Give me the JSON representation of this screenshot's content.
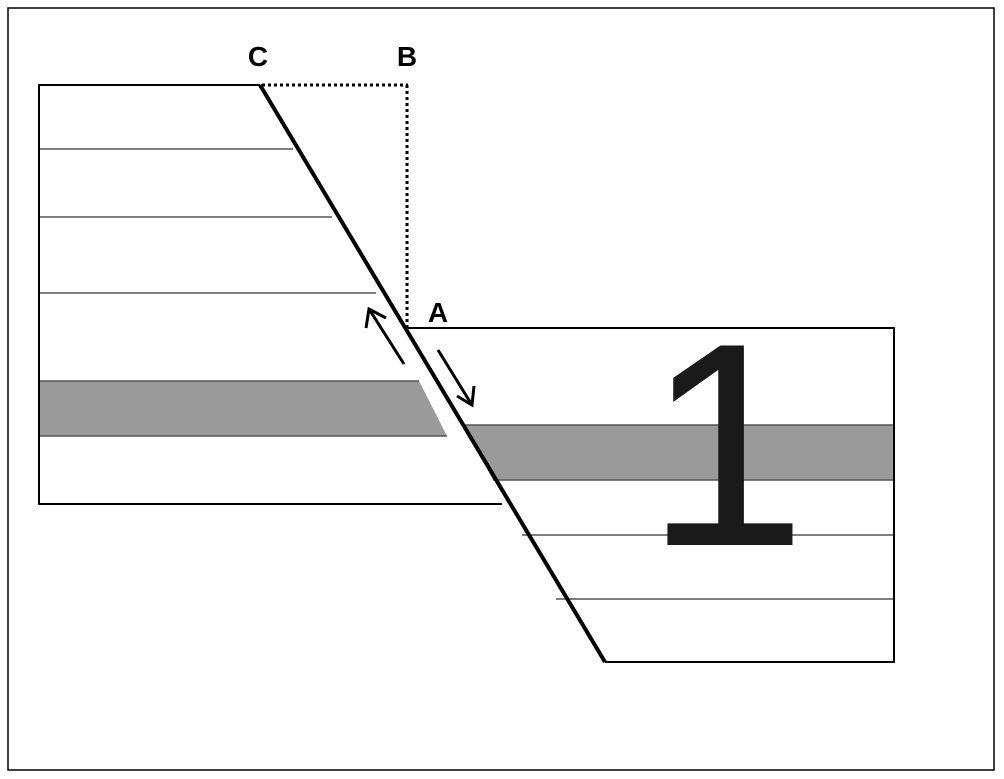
{
  "labels": {
    "point_c": "C",
    "point_b": "B",
    "point_a": "A",
    "panel_number": "1"
  },
  "colors": {
    "stroke": "#000000",
    "shaded_bed": "#9a9a9a",
    "bed_line": "#555555",
    "background": "#ffffff"
  }
}
